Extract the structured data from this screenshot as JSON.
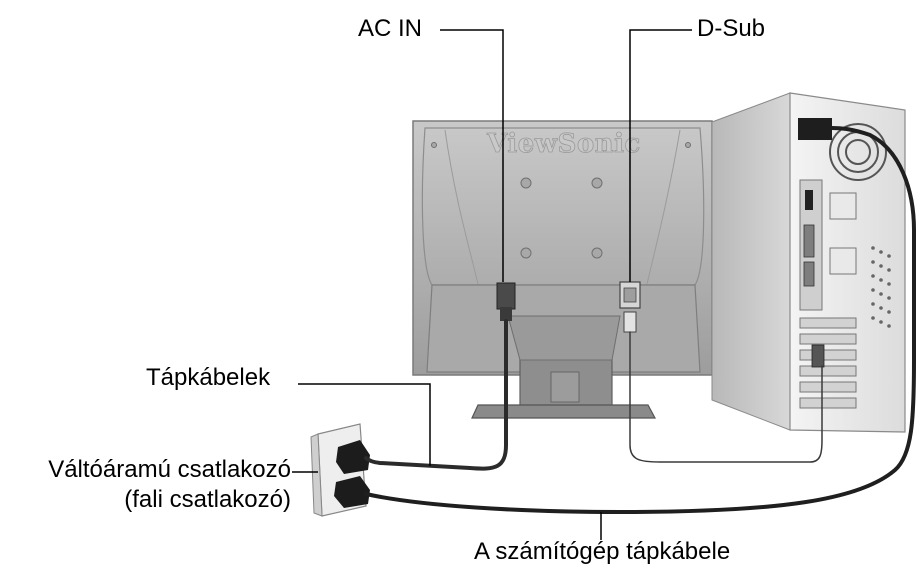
{
  "labels": {
    "ac_in": "AC IN",
    "d_sub": "D-Sub",
    "power_cables": "Tápkábelek",
    "ac_outlet_line1": "Váltóáramú csatlakozó",
    "ac_outlet_line2": "(fali csatlakozó)",
    "pc_power_cable": "A számítógép tápkábele"
  },
  "monitor": {
    "brand": "ViewSonic"
  },
  "colors": {
    "background": "#ffffff",
    "monitor_body": "#bdbdbd",
    "cable": "#2b2b2b",
    "leader_line": "#000000"
  }
}
